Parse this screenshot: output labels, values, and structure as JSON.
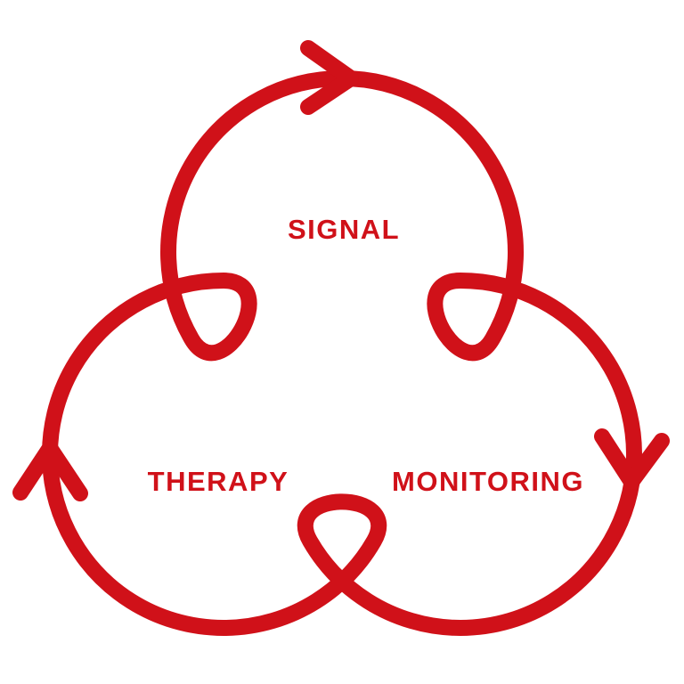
{
  "diagram": {
    "accent_color": "#d01119",
    "background_color": "#ffffff",
    "nodes": [
      {
        "id": "signal",
        "label": "SIGNAL",
        "position": "top"
      },
      {
        "id": "therapy",
        "label": "THERAPY",
        "position": "bottom-left"
      },
      {
        "id": "monitoring",
        "label": "MONITORING",
        "position": "bottom-right"
      }
    ],
    "flow": {
      "style": "continuous-closed-loop",
      "arrows": [
        {
          "id": "top-arrow",
          "icon": "arrow-right-icon",
          "points": "right"
        },
        {
          "id": "left-arrow",
          "icon": "arrow-up-icon",
          "points": "up"
        },
        {
          "id": "right-arrow",
          "icon": "arrow-down-icon",
          "points": "down"
        }
      ]
    }
  }
}
